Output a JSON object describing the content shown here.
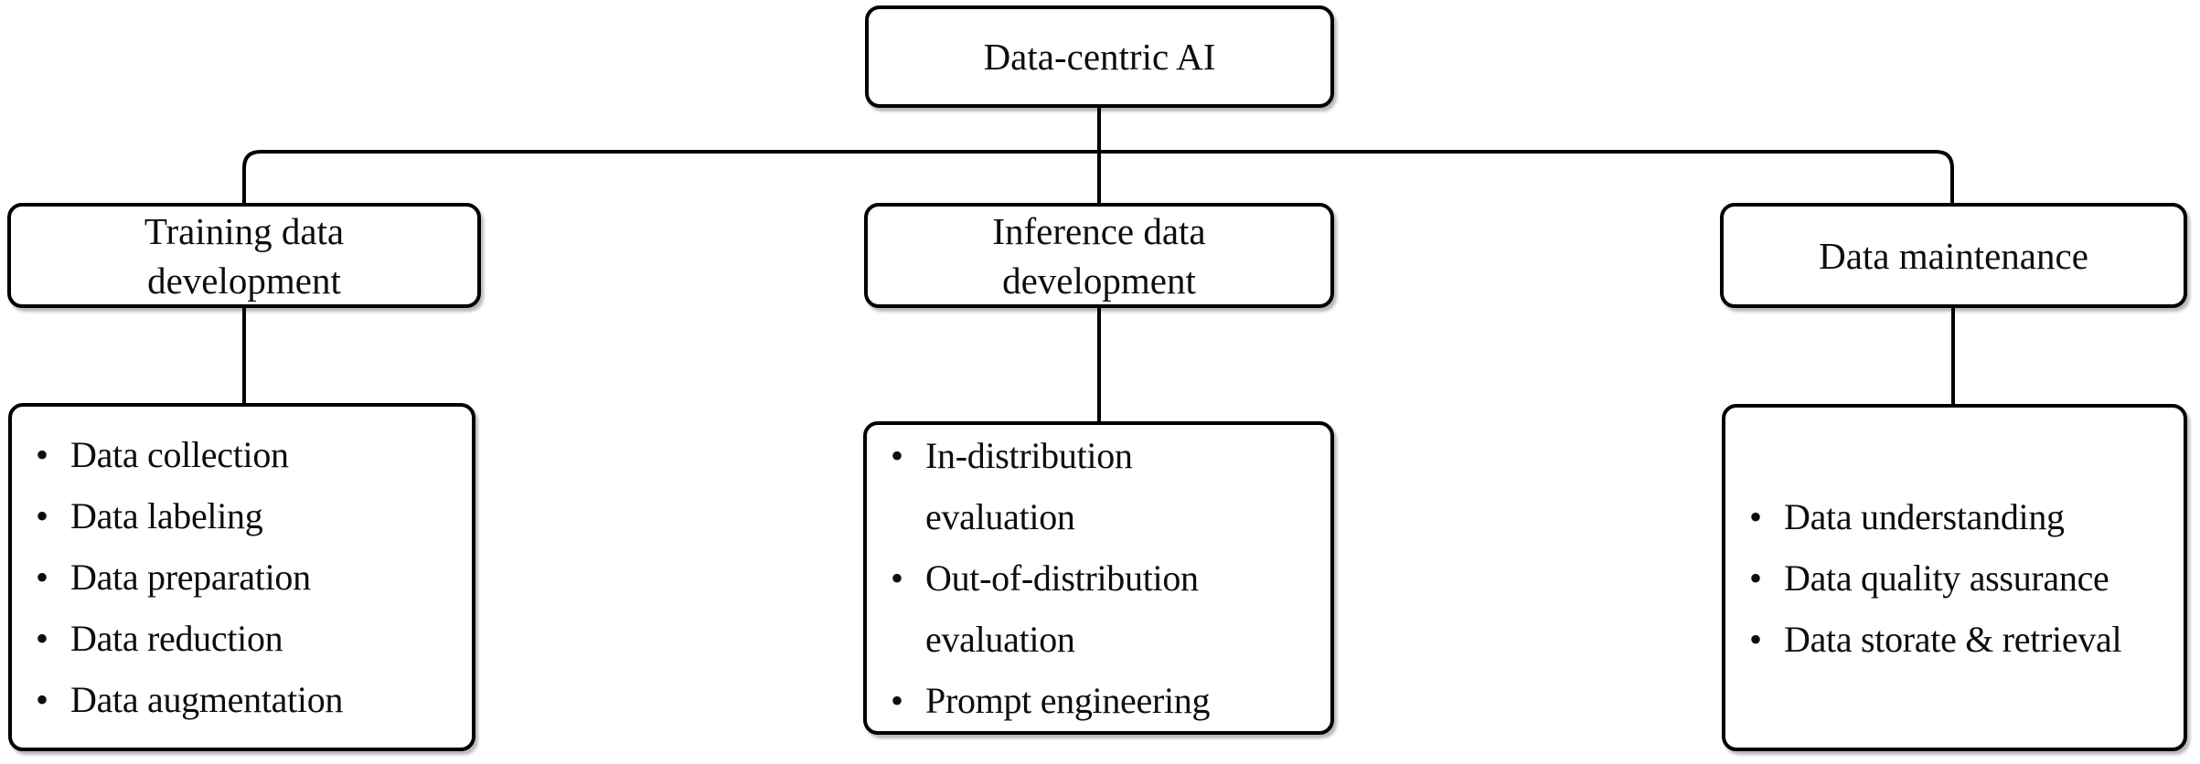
{
  "diagram": {
    "root": {
      "label": "Data-centric AI"
    },
    "branches": [
      {
        "title": "Training data\ndevelopment",
        "items": [
          "Data collection",
          "Data labeling",
          "Data preparation",
          "Data reduction",
          "Data augmentation"
        ]
      },
      {
        "title": "Inference data\ndevelopment",
        "items": [
          "In-distribution\nevaluation",
          "Out-of-distribution\nevaluation",
          "Prompt engineering"
        ]
      },
      {
        "title": "Data maintenance",
        "items": [
          "Data understanding",
          "Data quality assurance",
          "Data storate & retrieval"
        ]
      }
    ],
    "bullet_glyph": "•",
    "colors": {
      "line": "#000000",
      "text": "#0d0d0d",
      "background": "#ffffff"
    }
  }
}
